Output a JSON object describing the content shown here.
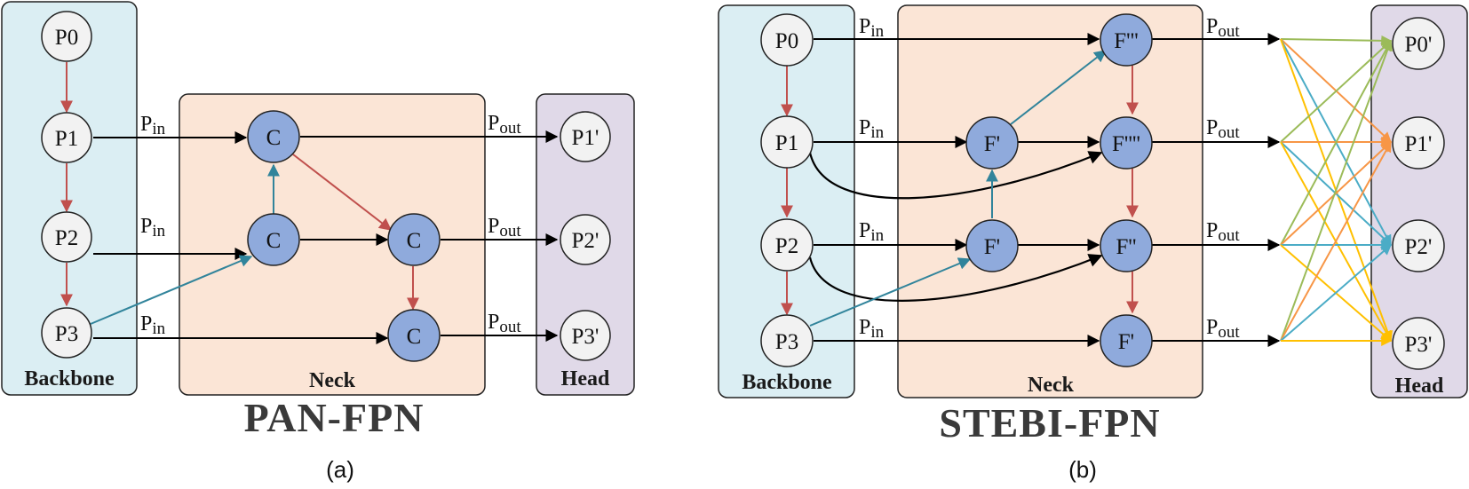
{
  "panels": [
    {
      "id": "a",
      "title": "PAN-FPN",
      "caption": "(a)",
      "backbone_label": "Backbone",
      "neck_label": "Neck",
      "head_label": "Head",
      "backbone_nodes": [
        "P0",
        "P1",
        "P2",
        "P3"
      ],
      "neck_nodes": [
        "C",
        "C",
        "C",
        "C"
      ],
      "head_nodes": [
        "P1'",
        "P2'",
        "P3'"
      ],
      "input_label": "P",
      "input_sub": "in",
      "output_label": "P",
      "output_sub": "out"
    },
    {
      "id": "b",
      "title": "STEBI-FPN",
      "caption": "(b)",
      "backbone_label": "Backbone",
      "neck_label": "Neck",
      "head_label": "Head",
      "backbone_nodes": [
        "P0",
        "P1",
        "P2",
        "P3"
      ],
      "neck_nodes": [
        "F'",
        "F'",
        "F'''",
        "F''''",
        "F''",
        "F'"
      ],
      "head_nodes": [
        "P0'",
        "P1'",
        "P2'",
        "P3'"
      ],
      "input_label": "P",
      "input_sub": "in",
      "output_label": "P",
      "output_sub": "out"
    }
  ],
  "colors": {
    "backbone_fill": "#dbeef3",
    "neck_fill": "#fbe5d6",
    "head_fill": "#e0d9e8",
    "node_plain": "#f2f2f2",
    "node_blue": "#8faadc",
    "arrow_black": "#000000",
    "arrow_red": "#c0504d",
    "arrow_teal": "#31849b",
    "line_green": "#9bbb59",
    "line_orange": "#f79646",
    "line_blue": "#4bacc6",
    "line_yellow": "#ffc000"
  }
}
